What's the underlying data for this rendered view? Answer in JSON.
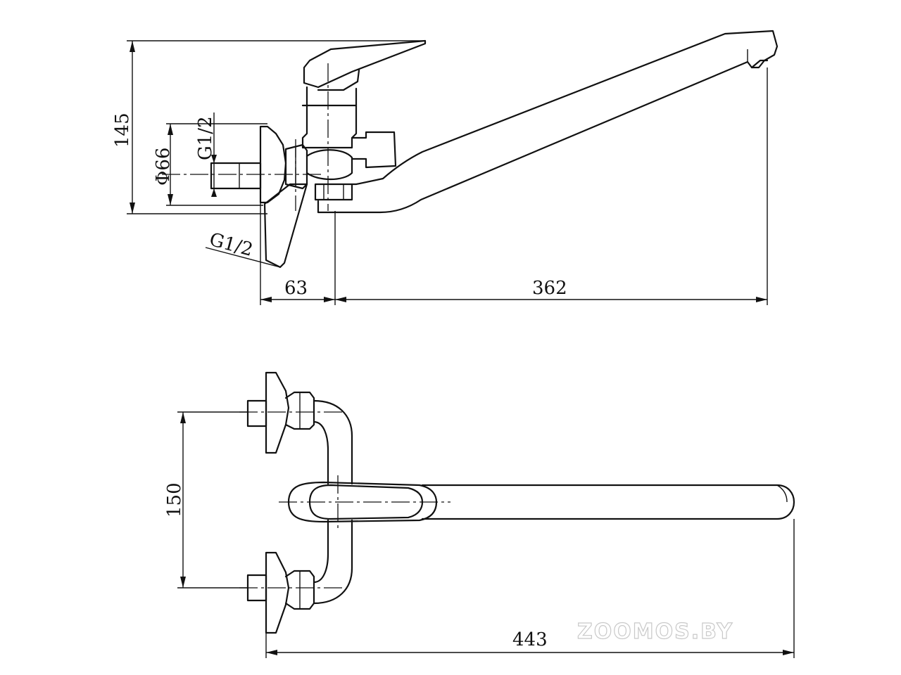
{
  "dimensions": {
    "height_total": "145",
    "body_diameter": "Φ66",
    "thread_top": "G1/2",
    "thread_inlet": "G1/2",
    "wall_offset": "63",
    "spout_reach": "362",
    "inlet_spacing": "150",
    "overall_length": "443"
  },
  "watermark": "ZOOMOS.BY",
  "colors": {
    "line": "#111111",
    "background": "#ffffff",
    "watermark": "#c9c9c9"
  }
}
